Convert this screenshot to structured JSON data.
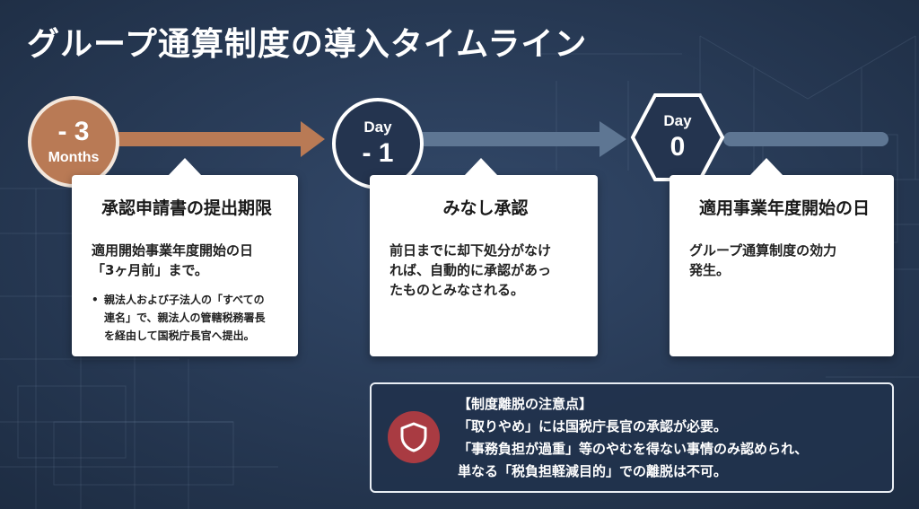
{
  "title": "グループ通算制度の導入タイムライン",
  "colors": {
    "background": "#2a3d5a",
    "accent_copper": "#b97a55",
    "track_slate": "#5e7693",
    "alert_red": "#a93b42",
    "card_white": "#ffffff"
  },
  "milestones": [
    {
      "main": "- 3",
      "sub": "Months",
      "card_title": "承認申請書の提出期限",
      "body": [
        "適用開始事業年度開始の日",
        "「3ヶ月前」まで。"
      ],
      "bullet_mark": "•",
      "bullet": [
        "親法人および子法人の「すべての",
        "連名」で、親法人の管轄税務署長",
        "を経由して国税庁長官へ提出。"
      ]
    },
    {
      "sub": "Day",
      "main": "- 1",
      "card_title": "みなし承認",
      "body": [
        "前日までに却下処分がなけ",
        "れば、自動的に承認があっ",
        "たものとみなされる。"
      ]
    },
    {
      "sub": "Day",
      "main": "0",
      "card_title": "適用事業年度開始の日",
      "body": [
        "グループ通算制度の効力",
        "発生。"
      ]
    }
  ],
  "note": {
    "icon": "shield-icon",
    "heading": "【制度離脱の注意点】",
    "lines": [
      "「取りやめ」には国税庁長官の承認が必要。",
      "「事務負担が過重」等のやむを得ない事情のみ認められ、",
      "単なる「税負担軽減目的」での離脱は不可。"
    ]
  }
}
